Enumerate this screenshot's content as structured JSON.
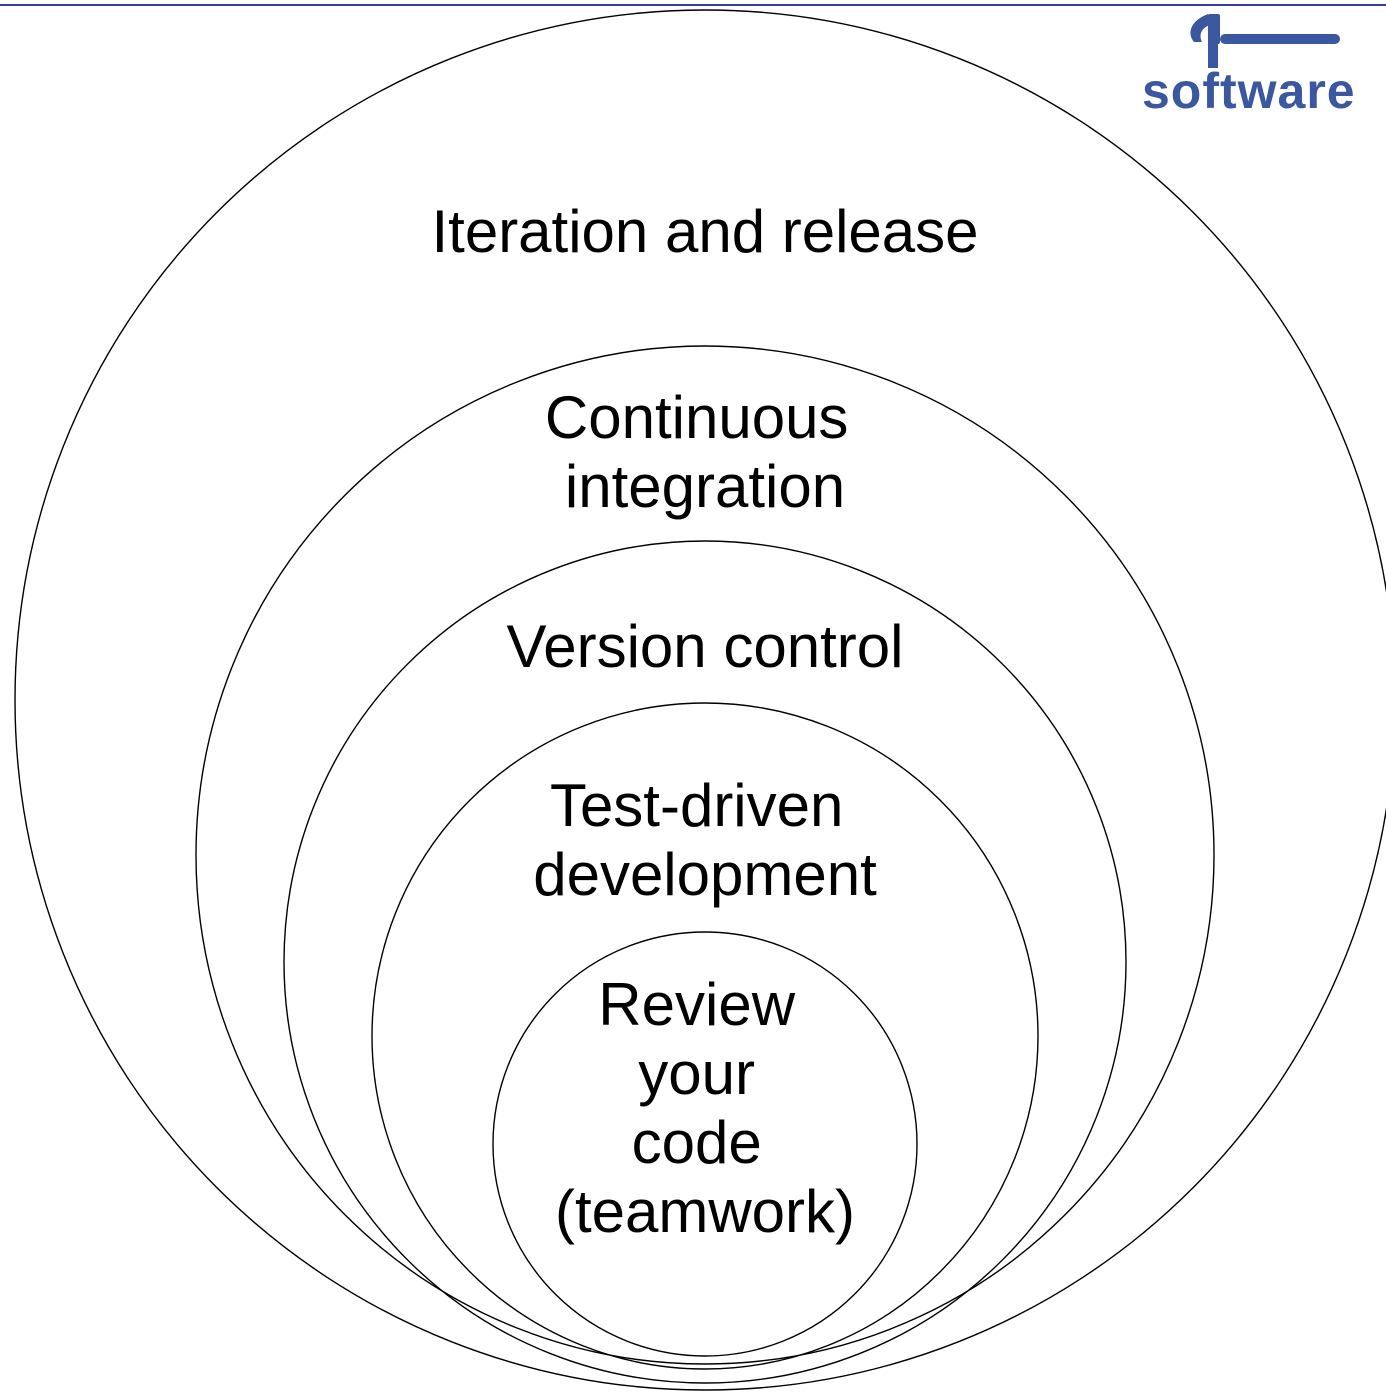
{
  "logo": {
    "text": "software",
    "icon": "hammer-icon",
    "color": "#3b57a0"
  },
  "rings": [
    {
      "id": "iteration",
      "lines": [
        "Iteration and release"
      ]
    },
    {
      "id": "ci",
      "lines": [
        "Continuous",
        "integration"
      ]
    },
    {
      "id": "version",
      "lines": [
        "Version control"
      ]
    },
    {
      "id": "tdd",
      "lines": [
        "Test-driven",
        "development"
      ]
    },
    {
      "id": "review",
      "lines": [
        "Review",
        "your",
        "code",
        "(teamwork)"
      ]
    }
  ]
}
